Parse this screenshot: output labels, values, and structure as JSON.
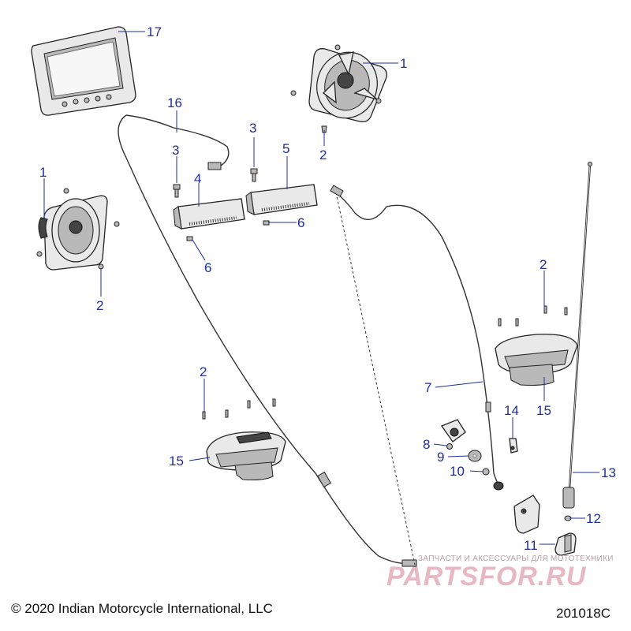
{
  "callouts": [
    {
      "id": "c17",
      "label": "17"
    },
    {
      "id": "c1a",
      "label": "1"
    },
    {
      "id": "c16",
      "label": "16"
    },
    {
      "id": "c3a",
      "label": "3"
    },
    {
      "id": "c3b",
      "label": "3"
    },
    {
      "id": "c5",
      "label": "5"
    },
    {
      "id": "c2a",
      "label": "2"
    },
    {
      "id": "c1b",
      "label": "1"
    },
    {
      "id": "c4",
      "label": "4"
    },
    {
      "id": "c6a",
      "label": "6"
    },
    {
      "id": "c6b",
      "label": "6"
    },
    {
      "id": "c2b",
      "label": "2"
    },
    {
      "id": "c2c",
      "label": "2"
    },
    {
      "id": "c2d",
      "label": "2"
    },
    {
      "id": "c7",
      "label": "7"
    },
    {
      "id": "c14",
      "label": "14"
    },
    {
      "id": "c15a",
      "label": "15"
    },
    {
      "id": "c15b",
      "label": "15"
    },
    {
      "id": "c8",
      "label": "8"
    },
    {
      "id": "c9",
      "label": "9"
    },
    {
      "id": "c10",
      "label": "10"
    },
    {
      "id": "c13",
      "label": "13"
    },
    {
      "id": "c12",
      "label": "12"
    },
    {
      "id": "c11",
      "label": "11"
    }
  ],
  "footer": {
    "copyright": "© 2020 Indian Motorcycle International, LLC",
    "figure_id": "201018C"
  },
  "watermark": {
    "tagline": "ЗАПЧАСТИ И АКСЕССУАРЫ ДЛЯ МОТОТЕХНИКИ",
    "brand": "PARTSFOR.RU"
  },
  "colors": {
    "callout": "#1f2f9a",
    "line_art": "#222222",
    "watermark": "#e7b8c2"
  }
}
